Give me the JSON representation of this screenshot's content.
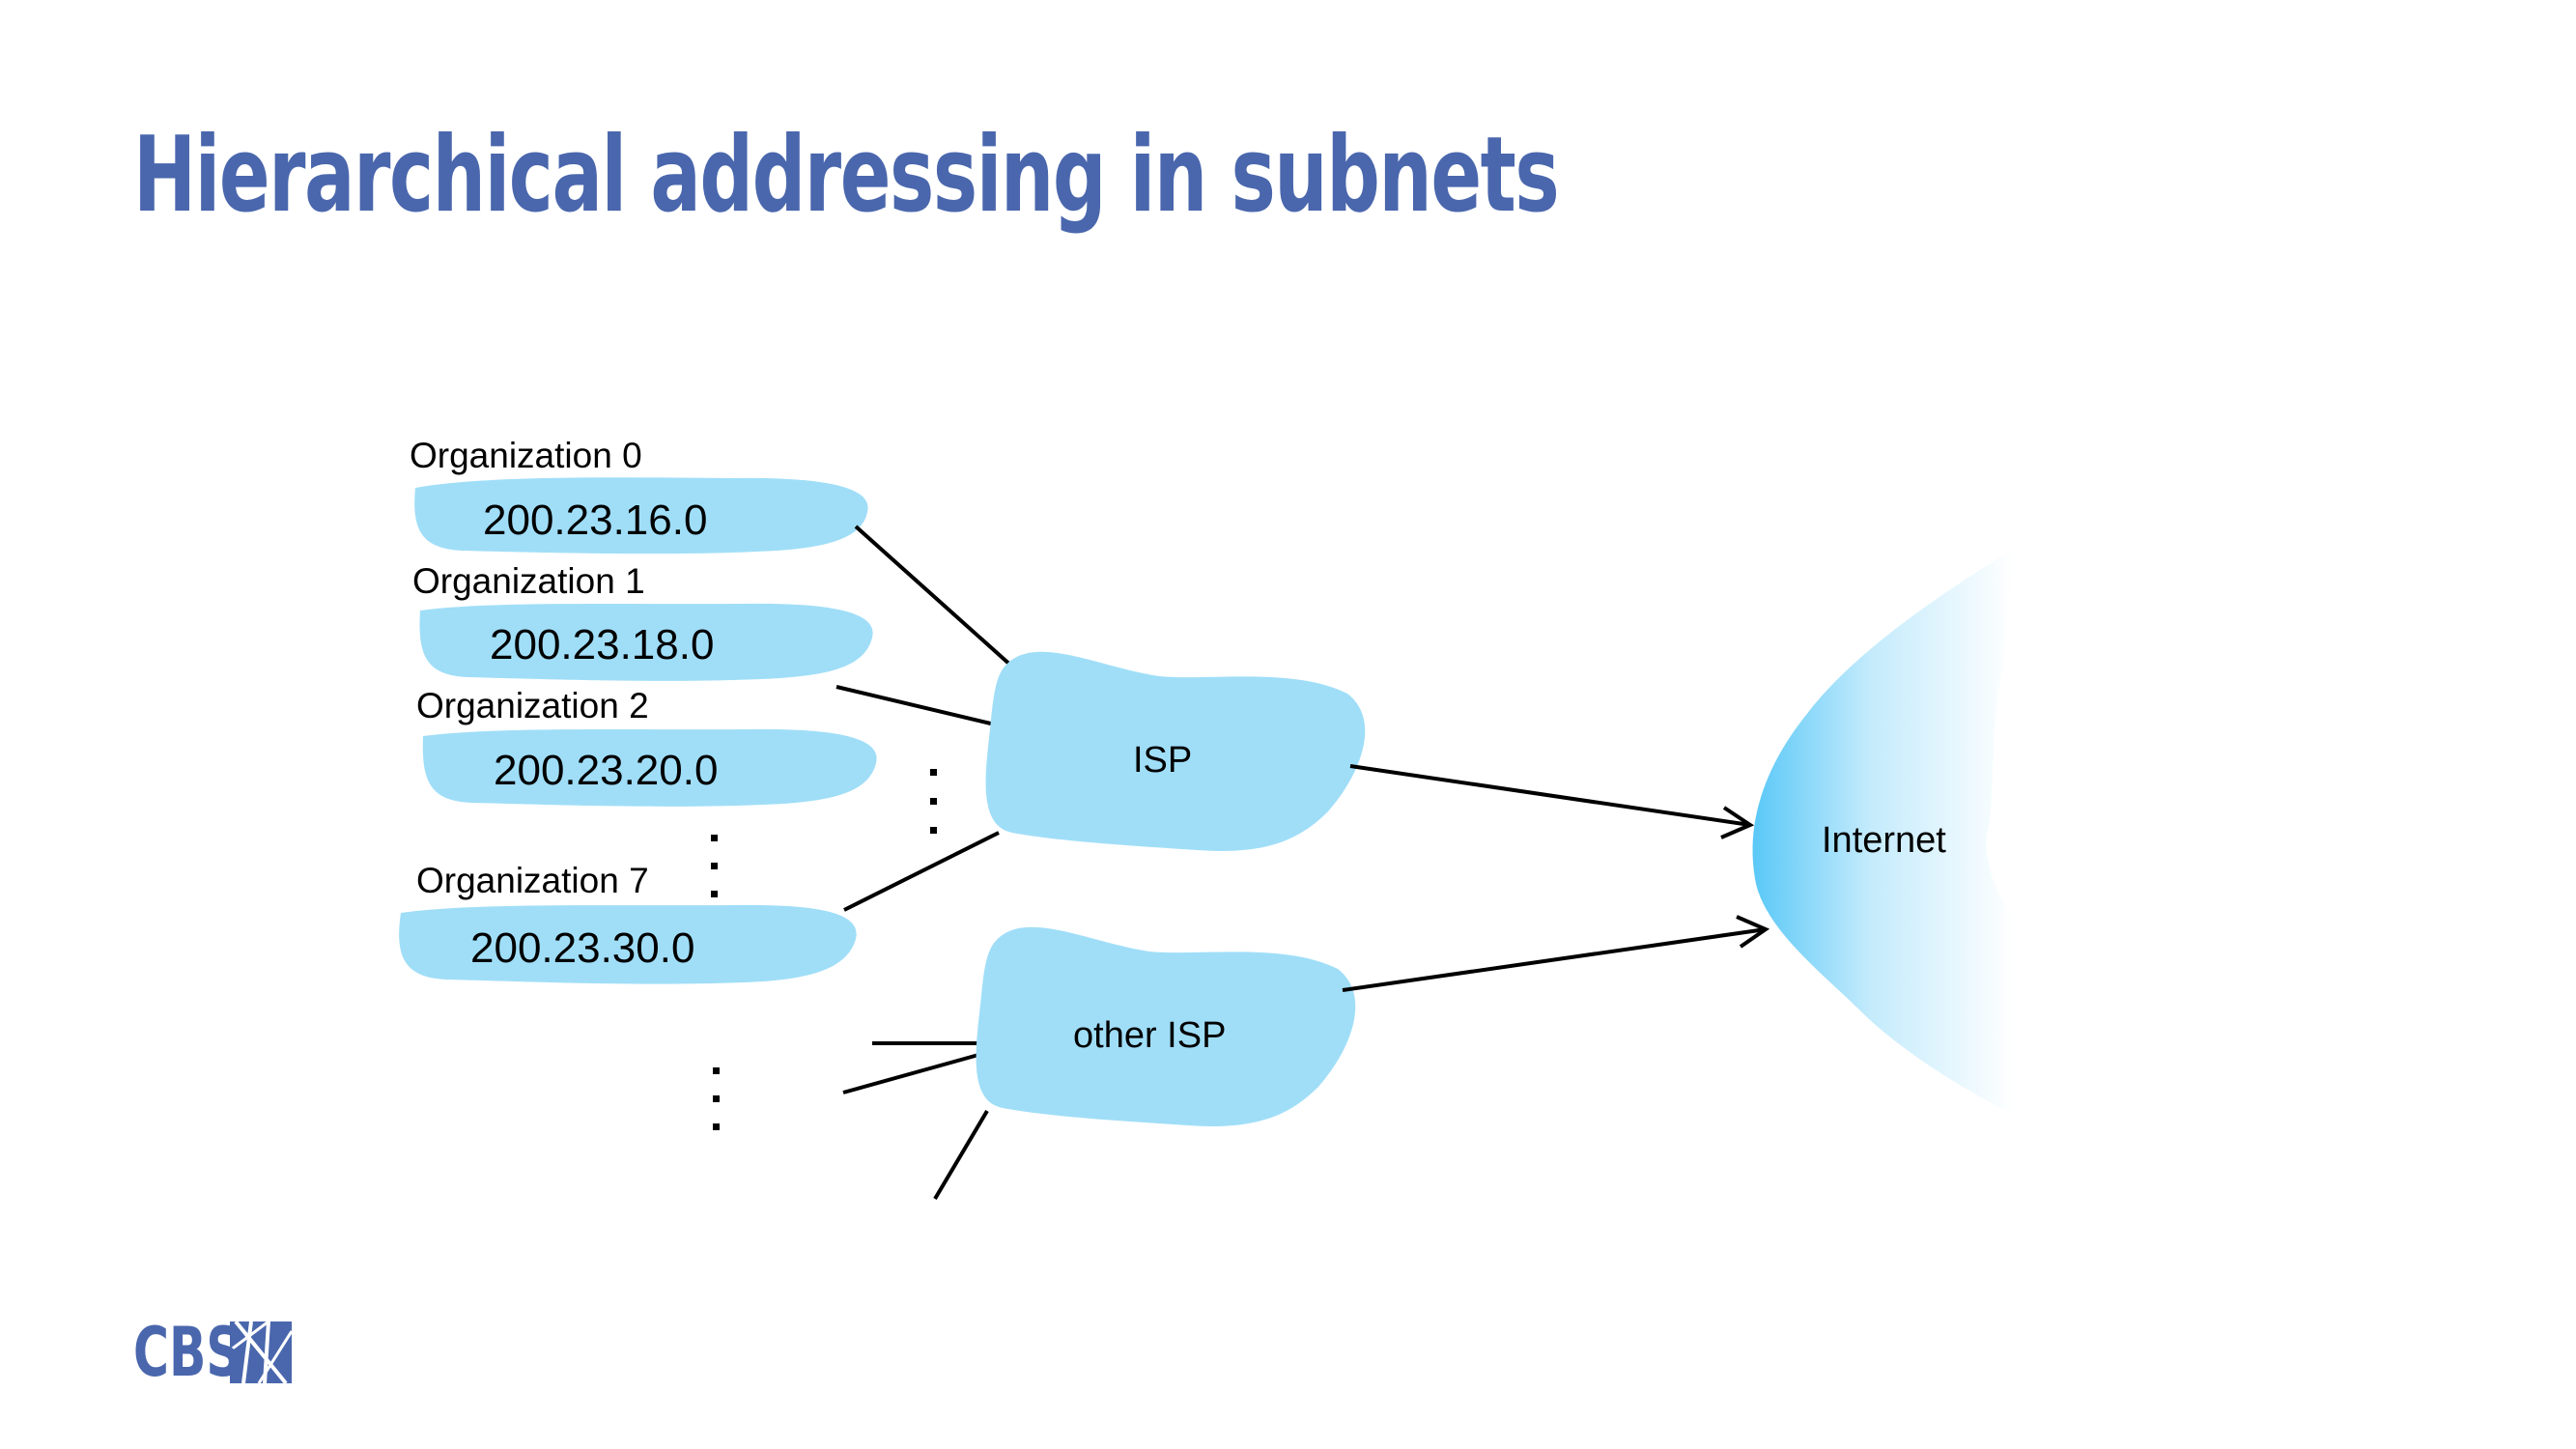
{
  "slide": {
    "title": "Hierarchical addressing in subnets"
  },
  "diagram": {
    "organizations": [
      {
        "label": "Organization 0",
        "subnet": "200.23.16.0"
      },
      {
        "label": "Organization 1",
        "subnet": "200.23.18.0"
      },
      {
        "label": "Organization 2",
        "subnet": "200.23.20.0"
      },
      {
        "label": "Organization 7",
        "subnet": "200.23.30.0"
      }
    ],
    "isp": {
      "label": "ISP"
    },
    "other_isp": {
      "label": "other ISP"
    },
    "internet": {
      "label": "Internet"
    }
  },
  "logo": {
    "text": "CBS",
    "icon": "cbs-emblem-icon"
  },
  "colors": {
    "title": "#4a67ad",
    "cloud_fill": "#a0def8",
    "internet_gradient_start": "#5ac8f7",
    "line": "#000000"
  }
}
